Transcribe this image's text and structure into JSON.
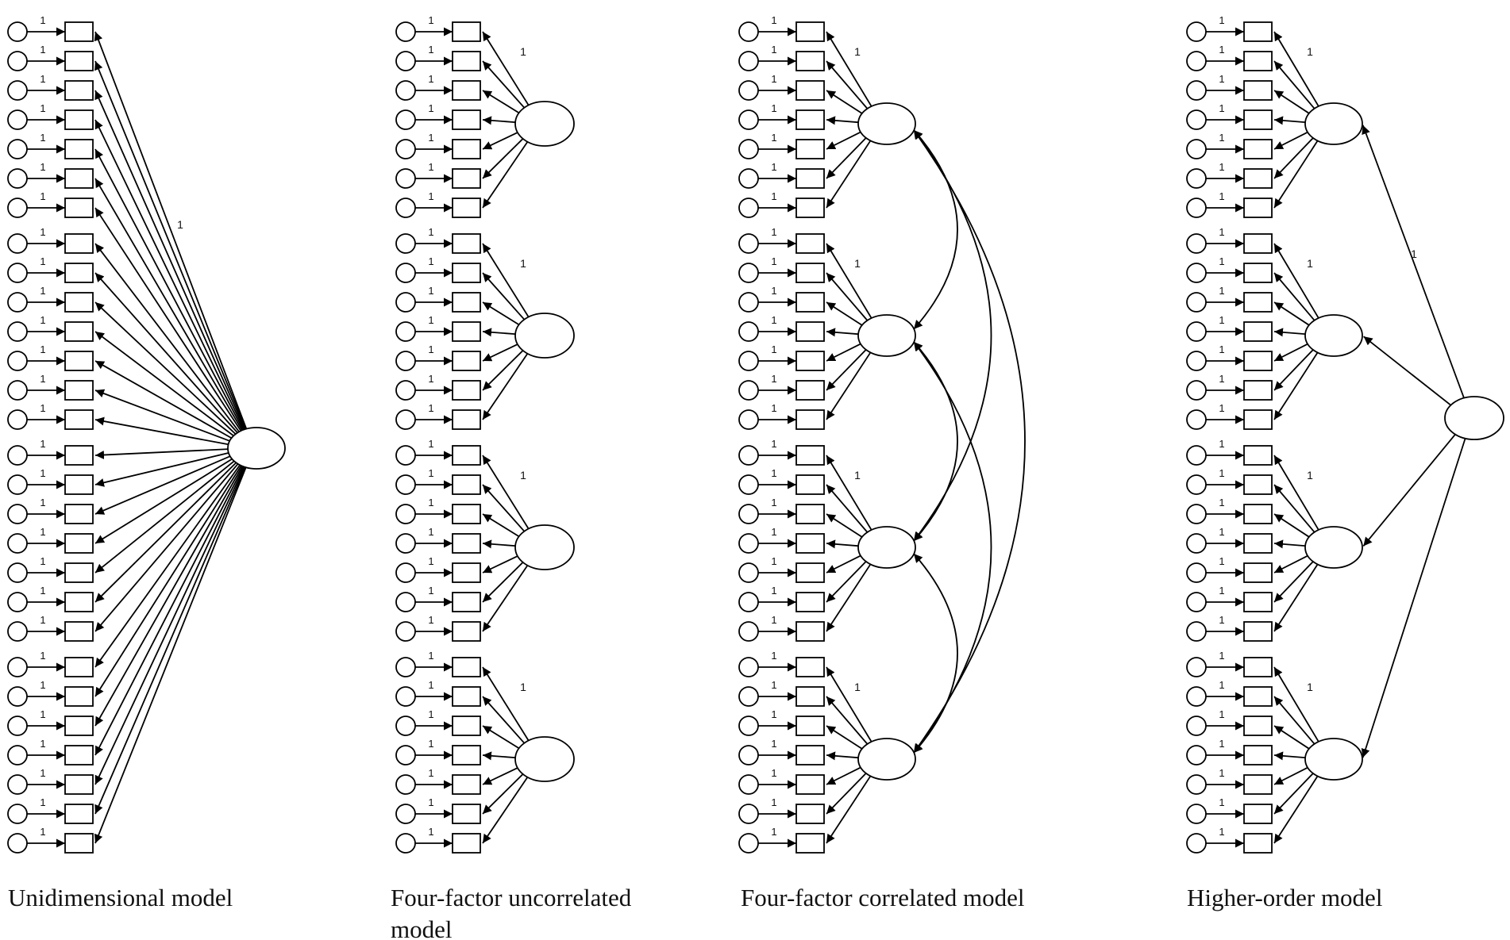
{
  "models": [
    {
      "id": "unidimensional",
      "caption": "Unidimensional model",
      "structure": "single-factor",
      "indicators": 28,
      "factors": 1,
      "fixed_loading_label": "1"
    },
    {
      "id": "four-factor-uncorrelated",
      "caption": "Four-factor uncorrelated model",
      "structure": "four-factor-uncorrelated",
      "indicators": 28,
      "factors": 4,
      "fixed_loading_label": "1"
    },
    {
      "id": "four-factor-correlated",
      "caption": "Four-factor correlated model",
      "structure": "four-factor-correlated",
      "indicators": 28,
      "factors": 4,
      "fixed_loading_label": "1"
    },
    {
      "id": "higher-order",
      "caption": "Higher-order model",
      "structure": "higher-order",
      "indicators": 28,
      "factors": 4,
      "fixed_loading_label": "1"
    }
  ],
  "error_path_label": "1",
  "colors": {
    "stroke": "#000000",
    "fill": "#ffffff",
    "text": "#111111"
  }
}
